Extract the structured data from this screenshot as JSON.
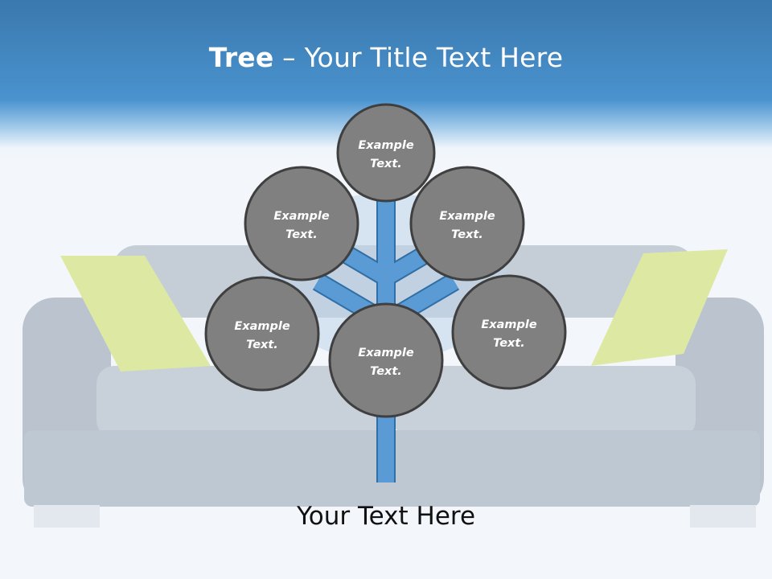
{
  "slide": {
    "title_bold": "Tree",
    "title_dash": " – ",
    "title_rest": "Your Title Text Here",
    "caption": "Your Text Here",
    "nodes": [
      {
        "line1": "Example",
        "line2": "Text."
      },
      {
        "line1": "Example",
        "line2": "Text."
      },
      {
        "line1": "Example",
        "line2": "Text."
      },
      {
        "line1": "Example",
        "line2": "Text."
      },
      {
        "line1": "Example",
        "line2": "Text."
      },
      {
        "line1": "Example",
        "line2": "Text."
      }
    ]
  },
  "colors": {
    "header": "#4a93cf",
    "branch_fill": "#5b9bd5",
    "branch_stroke": "#2f6fa5",
    "circle_fill": "#808080",
    "circle_stroke": "#3f3f3f",
    "sofa": "#b9c3cf",
    "pillow": "#dbe89a"
  }
}
